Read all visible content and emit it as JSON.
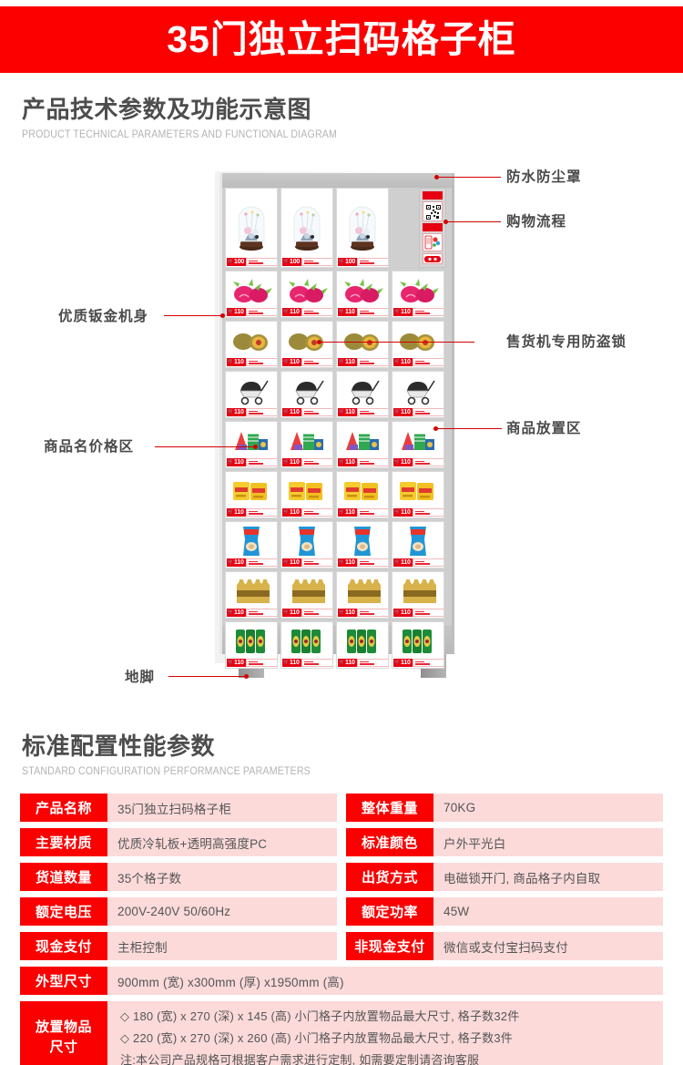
{
  "banner": {
    "title": "35门独立扫码格子柜"
  },
  "sections": [
    {
      "cn": "产品技术参数及功能示意图",
      "en": "PRODUCT TECHNICAL PARAMETERS AND FUNCTIONAL DIAGRAM"
    },
    {
      "cn": "标准配置性能参数",
      "en": "STANDARD CONFIGURATION PERFORMANCE PARAMETERS"
    }
  ],
  "diagram": {
    "callouts": {
      "waterproof_cover": "防水防尘罩",
      "shopping_flow": "购物流程",
      "sheet_metal_body": "优质钣金机身",
      "anti_theft_lock": "售货机专用防盗锁",
      "price_name_area": "商品名价格区",
      "goods_area": "商品放置区",
      "foot": "地脚"
    },
    "prices": {
      "top_row": "100",
      "standard": "110"
    },
    "currency_symbol": "¥"
  },
  "spec": {
    "left": [
      {
        "key": "产品名称",
        "value": "35门独立扫码格子柜"
      },
      {
        "key": "主要材质",
        "value": "优质冷轧板+透明高强度PC"
      },
      {
        "key": "货道数量",
        "value": "35个格子数"
      },
      {
        "key": "额定电压",
        "value": "200V-240V 50/60Hz"
      },
      {
        "key": "现金支付",
        "value": "主柜控制"
      }
    ],
    "right": [
      {
        "key": "整体重量",
        "value": "70KG"
      },
      {
        "key": "标准颜色",
        "value": "户外平光白"
      },
      {
        "key": "出货方式",
        "value": "电磁锁开门, 商品格子内自取"
      },
      {
        "key": "额定功率",
        "value": "45W"
      },
      {
        "key": "非现金支付",
        "value": "微信或支付宝扫码支付"
      }
    ],
    "size_row": {
      "key": "外型尺寸",
      "value": "900mm (宽) x300mm (厚) x1950mm (高)"
    },
    "items_row": {
      "key_line1": "放置物品",
      "key_line2": "尺寸",
      "lines": [
        "◇ 180 (宽) x 270 (深) x 145 (高) 小门格子内放置物品最大尺寸, 格子数32件",
        "◇ 220 (宽) x 270 (深) x 260 (高) 小门格子内放置物品最大尺寸, 格子数3件",
        "注:本公司产品规格可根据客户需求进行定制, 如需要定制请咨询客服"
      ]
    }
  },
  "colors": {
    "banner_red": "#fc0000",
    "key_red": "#fa0000",
    "value_pink": "#fcdada",
    "leader_red": "#d40000",
    "price_red": "#e60012",
    "heading_gray": "#4d4d4d",
    "sub_gray": "#b3b3b3"
  }
}
